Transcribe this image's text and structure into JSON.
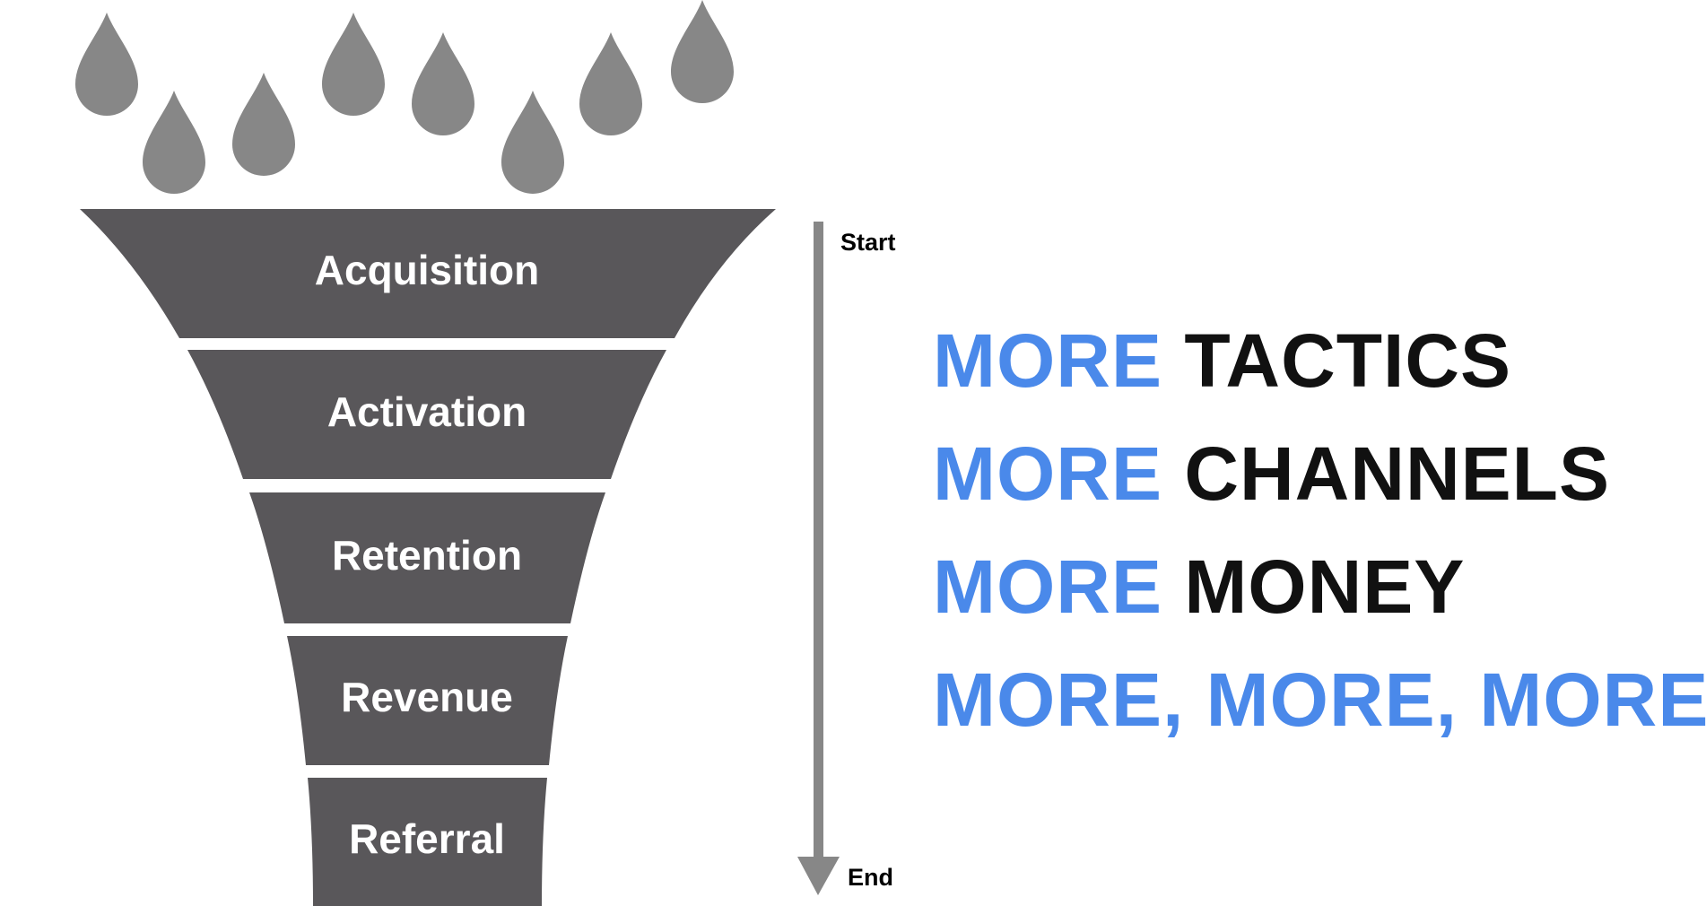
{
  "funnel": {
    "stages": [
      {
        "label": "Acquisition"
      },
      {
        "label": "Activation"
      },
      {
        "label": "Retention"
      },
      {
        "label": "Revenue"
      },
      {
        "label": "Referral"
      }
    ],
    "stage_color": "#59575a",
    "drop_color": "#878787"
  },
  "timeline": {
    "start_label": "Start",
    "end_label": "End",
    "arrow_color": "#878787"
  },
  "slogans": [
    {
      "accent": "MORE",
      "rest": " TACTICS"
    },
    {
      "accent": "MORE",
      "rest": " CHANNELS"
    },
    {
      "accent": "MORE",
      "rest": " MONEY"
    },
    {
      "accent": "MORE, MORE, MORE",
      "rest": ""
    }
  ],
  "colors": {
    "accent": "#4a89ea",
    "plain_text": "#111111"
  }
}
